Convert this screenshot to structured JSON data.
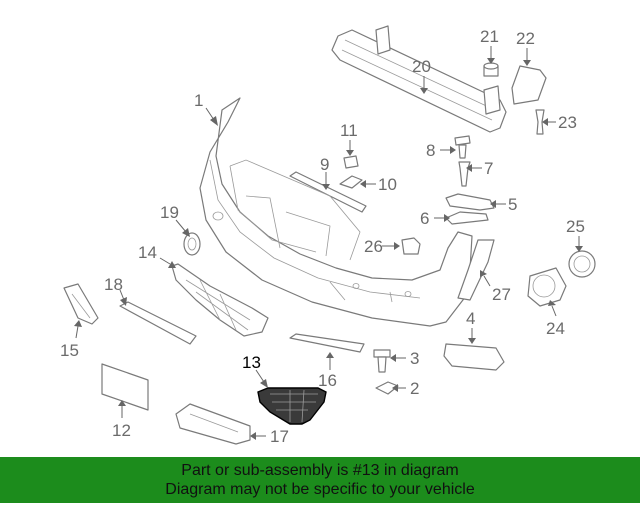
{
  "callouts": {
    "c1": "1",
    "c2": "2",
    "c3": "3",
    "c4": "4",
    "c5": "5",
    "c6": "6",
    "c7": "7",
    "c8": "8",
    "c9": "9",
    "c10": "10",
    "c11": "11",
    "c12": "12",
    "c13": "13",
    "c14": "14",
    "c15": "15",
    "c16": "16",
    "c17": "17",
    "c18": "18",
    "c19": "19",
    "c20": "20",
    "c21": "21",
    "c22": "22",
    "c23": "23",
    "c24": "24",
    "c25": "25",
    "c26": "26",
    "c27": "27"
  },
  "highlighted_part": "13",
  "banner": {
    "line1": "Part or sub-assembly is #13 in diagram",
    "line2": "Diagram may not be specific to your vehicle",
    "color": "#1c8c1c"
  }
}
